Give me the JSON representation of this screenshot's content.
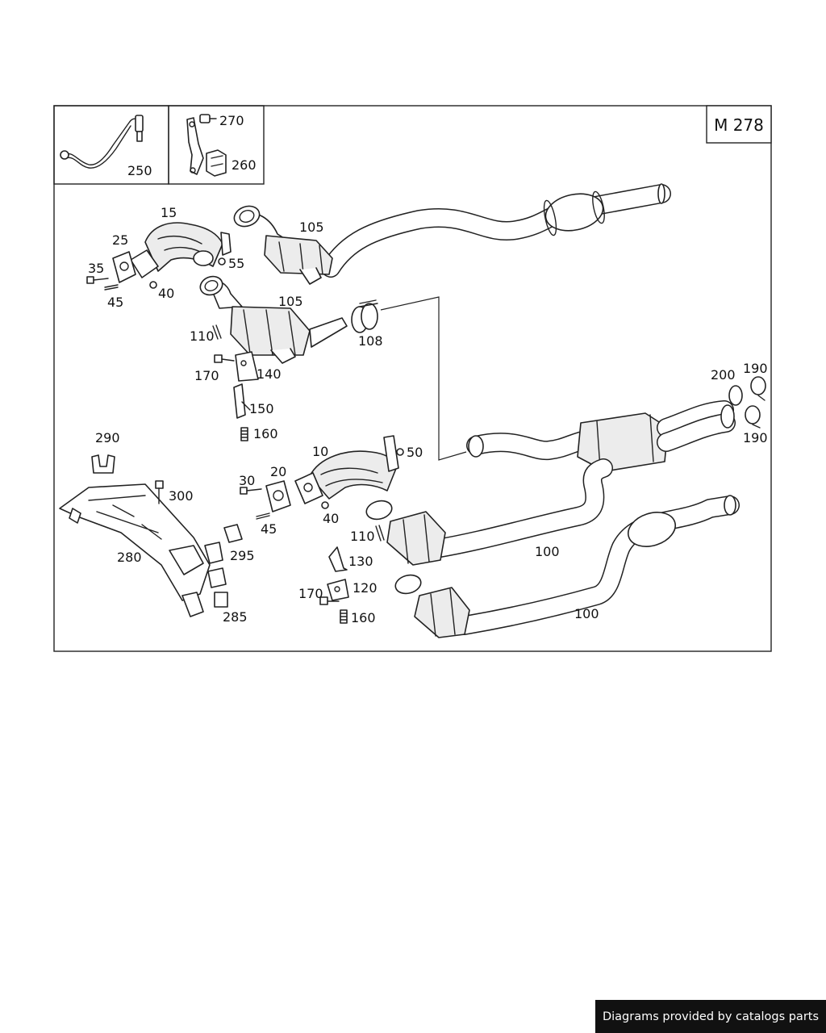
{
  "diagram": {
    "code": "M 278",
    "callouts": {
      "c250": "250",
      "c270": "270",
      "c260": "260",
      "c15": "15",
      "c25": "25",
      "c35": "35",
      "c45a": "45",
      "c40a": "40",
      "c55": "55",
      "c105a": "105",
      "c105b": "105",
      "c108": "108",
      "c110a": "110",
      "c170a": "170",
      "c140": "140",
      "c150": "150",
      "c160a": "160",
      "c200": "200",
      "c190a": "190",
      "c190b": "190",
      "c290": "290",
      "c300": "300",
      "c280": "280",
      "c295": "295",
      "c285": "285",
      "c30": "30",
      "c20": "20",
      "c45b": "45",
      "c10": "10",
      "c50": "50",
      "c40b": "40",
      "c110b": "110",
      "c130": "130",
      "c120": "120",
      "c170b": "170",
      "c160b": "160",
      "c100a": "100",
      "c100b": "100"
    }
  },
  "footer": {
    "text": "Diagrams provided by catalogs parts"
  }
}
